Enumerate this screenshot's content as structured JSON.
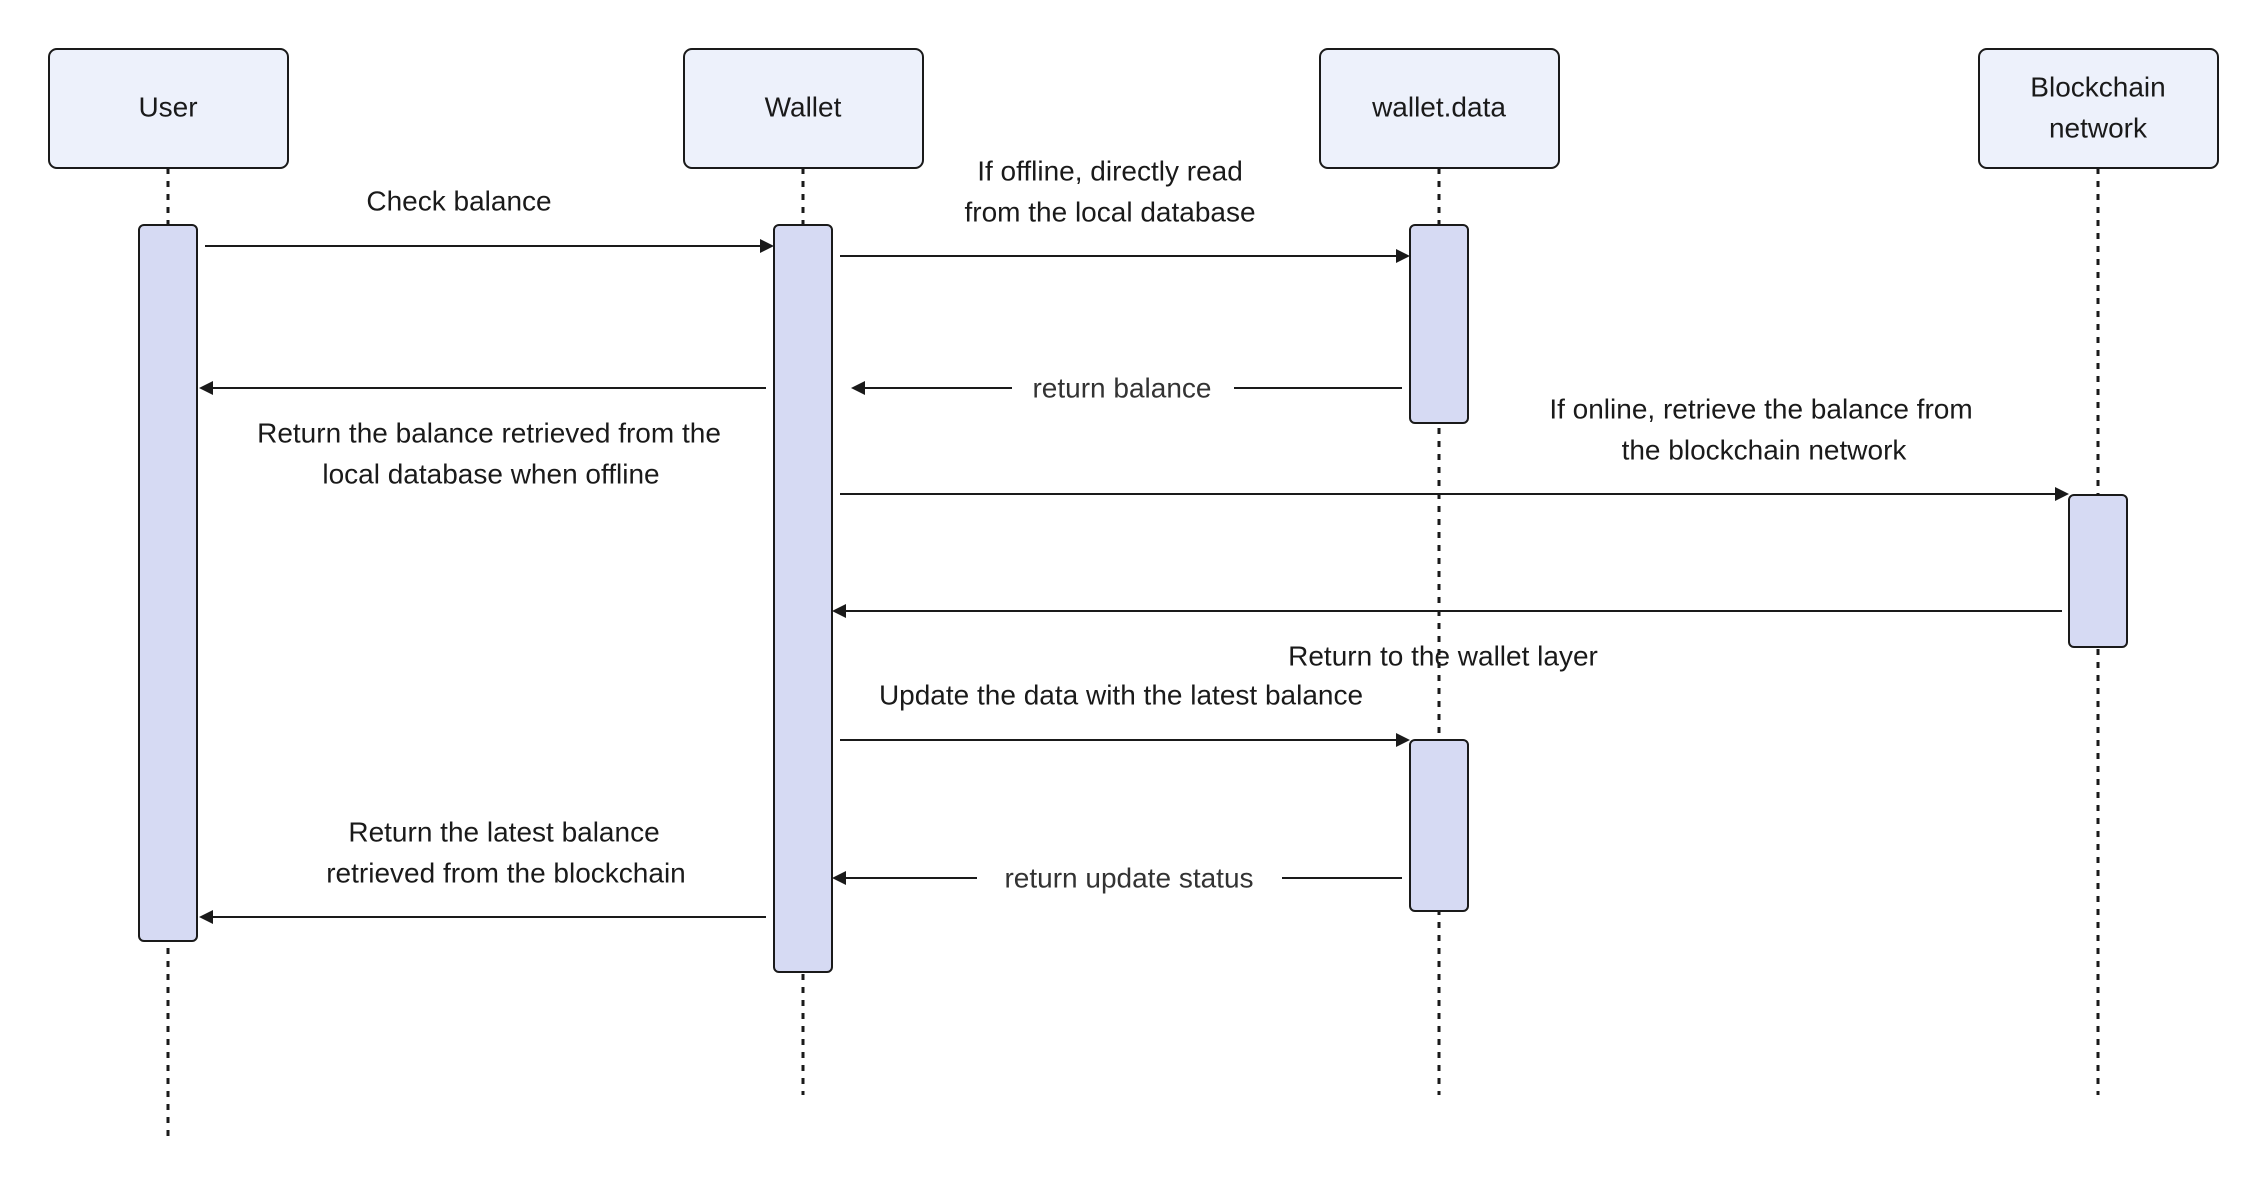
{
  "participants": [
    {
      "id": "user",
      "label": [
        "User"
      ]
    },
    {
      "id": "wallet",
      "label": [
        "Wallet"
      ]
    },
    {
      "id": "data",
      "label": [
        "wallet.data"
      ]
    },
    {
      "id": "chain",
      "label": [
        "Blockchain",
        "network"
      ]
    }
  ],
  "messages": [
    {
      "from": "user",
      "to": "wallet",
      "label": [
        "Check balance"
      ],
      "style": "call"
    },
    {
      "from": "wallet",
      "to": "data",
      "label": [
        "If offline, directly read",
        "from the local database"
      ],
      "style": "call"
    },
    {
      "from": "data",
      "to": "wallet",
      "label": [
        "return balance"
      ],
      "style": "return-inline"
    },
    {
      "from": "wallet",
      "to": "user",
      "label": [
        "Return the balance retrieved from the",
        "local database when offline"
      ],
      "style": "return"
    },
    {
      "from": "wallet",
      "to": "chain",
      "label": [
        "If online, retrieve the balance from",
        "the blockchain network"
      ],
      "style": "call"
    },
    {
      "from": "chain",
      "to": "wallet",
      "label": [
        "Return to the wallet layer"
      ],
      "style": "return"
    },
    {
      "from": "wallet",
      "to": "data",
      "label": [
        "Update the data with the latest balance"
      ],
      "style": "call"
    },
    {
      "from": "data",
      "to": "wallet",
      "label": [
        "return update status"
      ],
      "style": "return-inline"
    },
    {
      "from": "wallet",
      "to": "user",
      "label": [
        "Return the latest balance",
        "retrieved from the blockchain"
      ],
      "style": "return"
    }
  ]
}
